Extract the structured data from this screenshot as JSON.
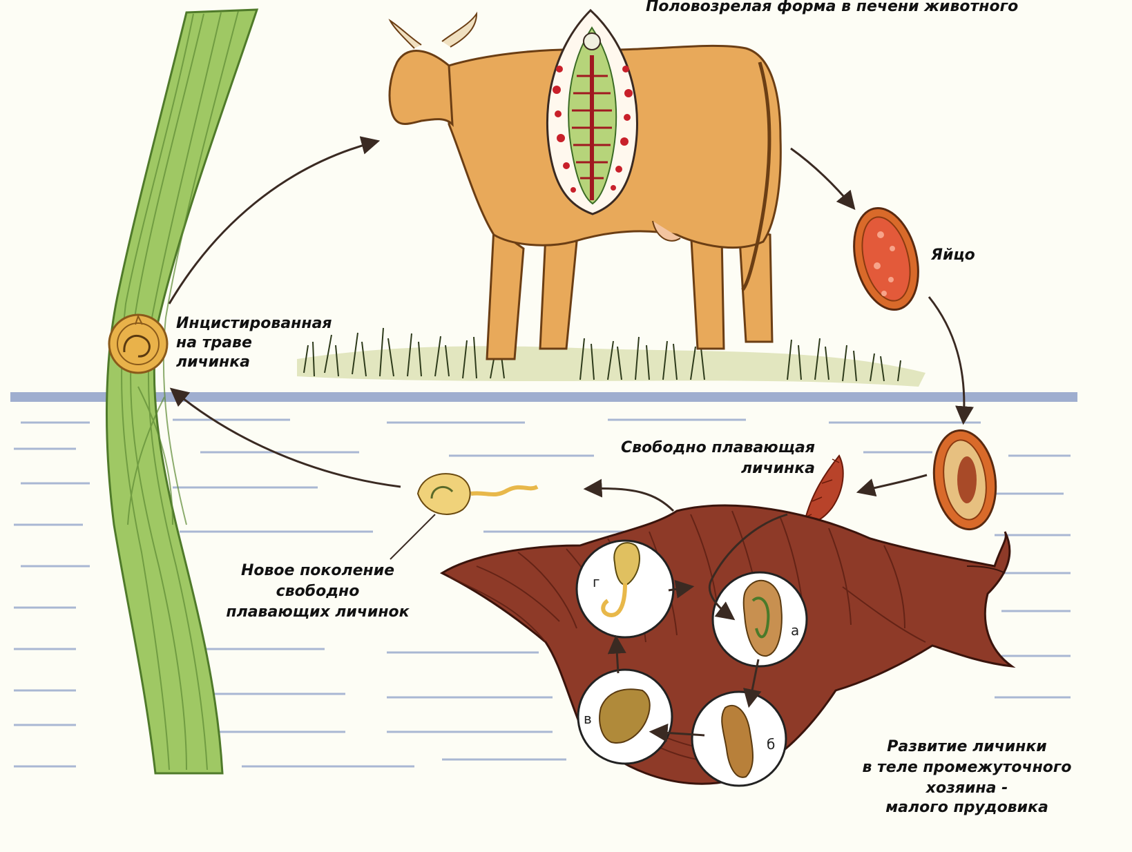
{
  "labels": {
    "adult_form": "Половозрелая форма в печени животного",
    "egg": "Яйцо",
    "cyst": [
      "Инцистированная",
      "на траве",
      "личинка"
    ],
    "free_larva": [
      "Свободно плавающая",
      "личинка"
    ],
    "new_generation": [
      "Новое поколение",
      "свободно",
      "плавающих личинок"
    ],
    "development": [
      "Развитие личинки",
      "в теле промежуточного",
      "хозяина -",
      "малого прудовика"
    ]
  },
  "stages": {
    "a": "а",
    "b": "б",
    "v": "в",
    "g": "г"
  },
  "colors": {
    "cow": "#e8a95a",
    "grass_blade": "#9fc864",
    "water_line": "#8ea0c8",
    "snail": "#8e3a28",
    "egg": "#d96a2a",
    "liver_fluke": "#c8202a"
  }
}
